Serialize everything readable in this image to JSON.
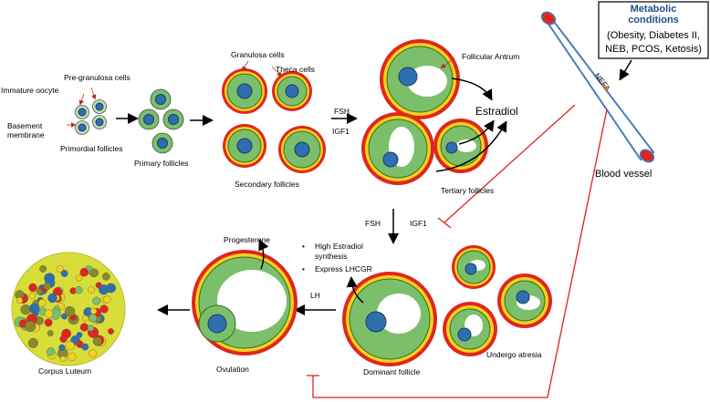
{
  "labels": {
    "pre_granulosa": "Pre-granulosa cells",
    "immature_oocyte": "Immature oocyte",
    "basement_membrane_1": "Basement",
    "basement_membrane_2": "membrane",
    "primordial": "Primordial follicles",
    "primary": "Primary follicles",
    "granulosa": "Granulosa cells",
    "theca": "Theca cells",
    "secondary": "Secondary follicles",
    "fsh_top": "FSH",
    "igf1_top": "IGF1",
    "follicular_antrum": "Follicular Antrum",
    "estradiol": "Estradiol",
    "tertiary": "Tertiary follicles",
    "blood_vessel": "Blood vessel",
    "nefa": "NEFA",
    "fsh_mid": "FSH",
    "igf1_mid": "IGF1",
    "bullet_1a": "High Estradiol",
    "bullet_1b": "synthesis",
    "bullet_2": "Express LHCGR",
    "progesterone": "Progesterone",
    "lh": "LH",
    "dominant": "Dominant follicle",
    "atresia": "Undergo atresia",
    "ovulation": "Ovulation",
    "corpus_luteum": "Corpus Luteum",
    "bullet": "•"
  },
  "metabolic": {
    "title_1": "Metabolic",
    "title_2": "conditions",
    "line_1": "(Obesity, Diabetes II,",
    "line_2": "NEB, PCOS, Ketosis)"
  },
  "colors": {
    "cell": "#7bbf6a",
    "oocyte": "#2f6fb0",
    "theca_red": "#e0261c",
    "theca_yellow": "#f5d21a",
    "vessel_blue": "#4a7cc0",
    "inhibit_red": "#d9231b",
    "title_blue": "#1f4e8c"
  }
}
